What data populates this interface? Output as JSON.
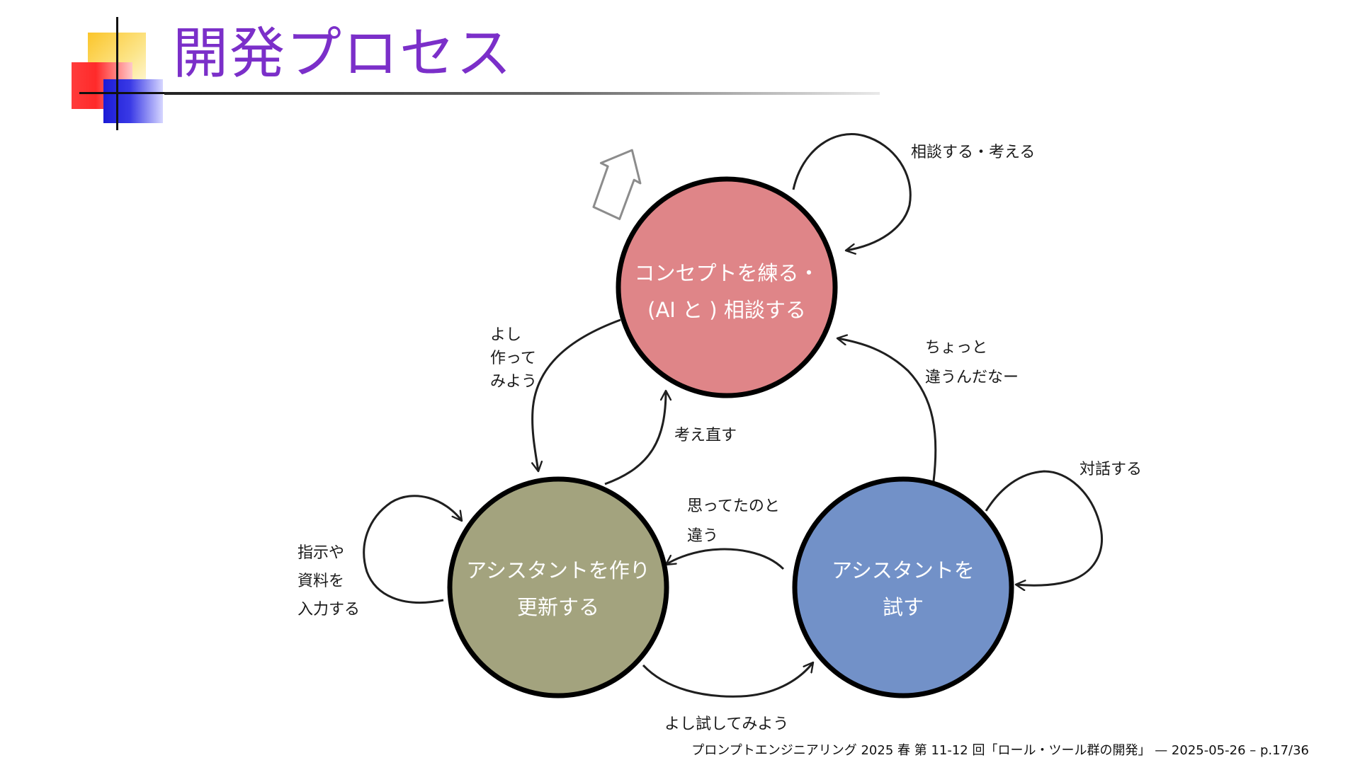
{
  "title": "開発プロセス",
  "nodes": {
    "concept": {
      "line1": "コンセプトを練る・",
      "line2": "(AI と ) 相談する",
      "color": "#df8588"
    },
    "build": {
      "line1": "アシスタントを作り",
      "line2": "更新する",
      "color": "#a3a37e"
    },
    "test": {
      "line1": "アシスタントを",
      "line2": "試す",
      "color": "#7291c8"
    }
  },
  "edges": {
    "concept_self": {
      "line1": "相談する・考える"
    },
    "concept_to_build": {
      "line1": "よし",
      "line2": "作って",
      "line3": "みよう"
    },
    "build_to_concept": {
      "line1": "考え直す"
    },
    "test_to_concept": {
      "line1": "ちょっと",
      "line2": "違うんだなー"
    },
    "build_self": {
      "line1": "指示や",
      "line2": "資料を",
      "line3": "入力する"
    },
    "test_to_build": {
      "line1": "思ってたのと",
      "line2": "違う"
    },
    "test_self": {
      "line1": "対話する"
    },
    "build_to_test": {
      "line1": "よし試してみよう"
    }
  },
  "footer": "プロンプトエンジニアリング 2025 春 第 11-12 回「ロール・ツール群の開発」 — 2025-05-26 – p.17/36"
}
